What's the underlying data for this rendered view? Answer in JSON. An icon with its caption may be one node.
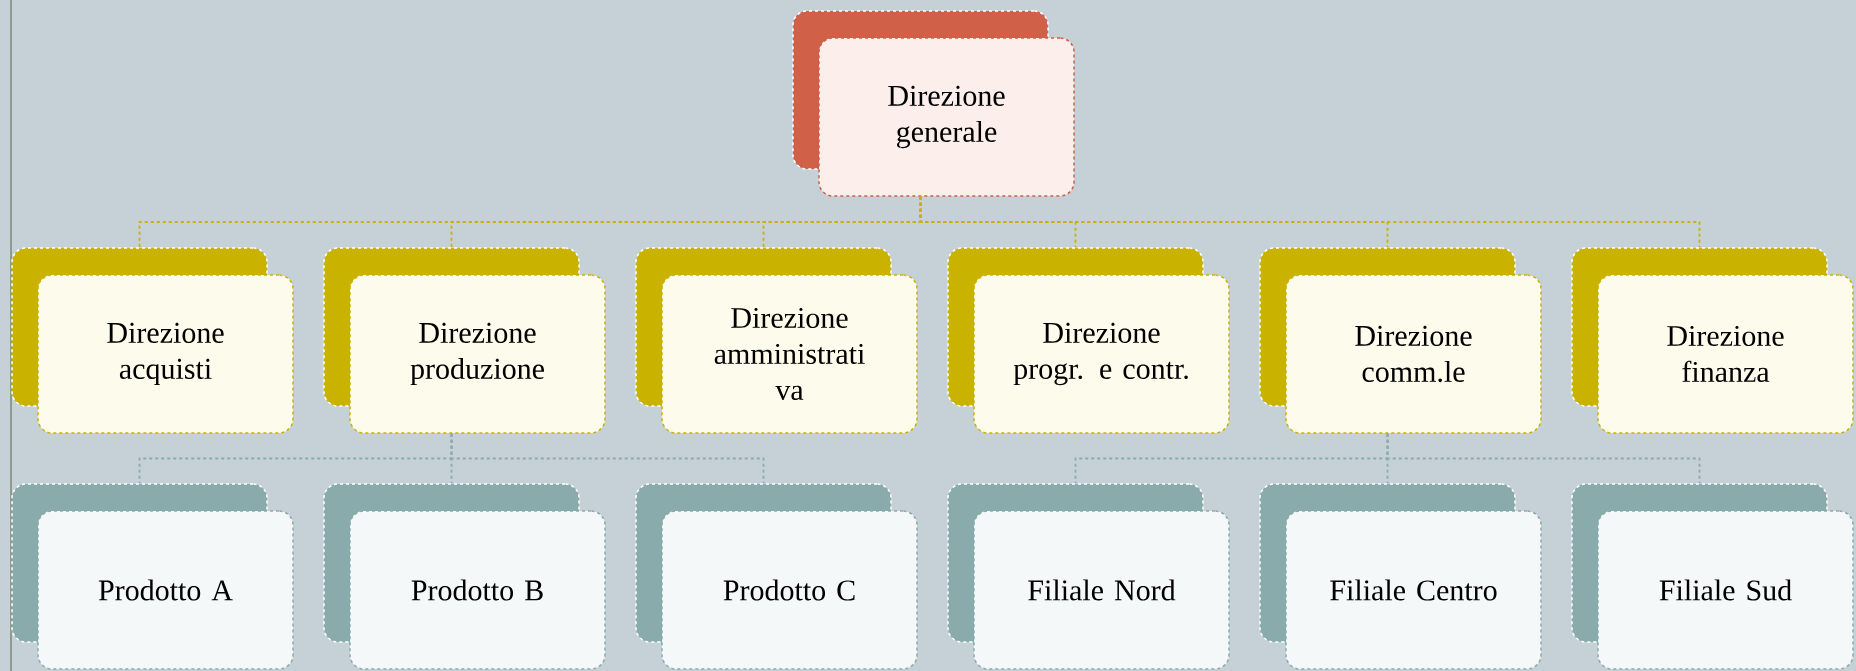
{
  "diagram": {
    "nodes": [
      {
        "text": [
          "Direzione generale"
        ]
      },
      {
        "text": [
          "Direzione acquisti"
        ]
      },
      {
        "text": [
          "Direzione produzione"
        ]
      },
      {
        "text": [
          "Direzione amministrati va"
        ]
      },
      {
        "text": [
          "Direzione progr. e contr."
        ]
      },
      {
        "text": [
          "Direzione comm.le"
        ]
      },
      {
        "text": [
          "Direzione finanza"
        ]
      },
      {
        "text": [
          "Prodotto A"
        ]
      },
      {
        "text": [
          "Prodotto B"
        ]
      },
      {
        "text": [
          "Prodotto C"
        ]
      },
      {
        "text": [
          "Filiale Nord"
        ]
      },
      {
        "text": [
          "Filiale Centro"
        ]
      },
      {
        "text": [
          "Filiale Sud"
        ]
      }
    ],
    "edges": [
      {
        "from": 0,
        "to": 1,
        "arrow": "none",
        "style": "dashed",
        "color": "#c9b300"
      },
      {
        "from": 0,
        "to": 2,
        "arrow": "none",
        "style": "dashed",
        "color": "#c9b300"
      },
      {
        "from": 0,
        "to": 3,
        "arrow": "none",
        "style": "dashed",
        "color": "#c9b300"
      },
      {
        "from": 0,
        "to": 4,
        "arrow": "none",
        "style": "dashed",
        "color": "#c9b300"
      },
      {
        "from": 0,
        "to": 5,
        "arrow": "none",
        "style": "dashed",
        "color": "#c9b300"
      },
      {
        "from": 0,
        "to": 6,
        "arrow": "none",
        "style": "dashed",
        "color": "#c9b300"
      },
      {
        "from": 2,
        "to": 7,
        "arrow": "none",
        "style": "dashed",
        "color": "#8aabab"
      },
      {
        "from": 2,
        "to": 8,
        "arrow": "none",
        "style": "dashed",
        "color": "#8aabab"
      },
      {
        "from": 2,
        "to": 9,
        "arrow": "none",
        "style": "dashed",
        "color": "#8aabab"
      },
      {
        "from": 5,
        "to": 10,
        "arrow": "none",
        "style": "dashed",
        "color": "#8aabab"
      },
      {
        "from": 5,
        "to": 11,
        "arrow": "none",
        "style": "dashed",
        "color": "#8aabab"
      },
      {
        "from": 5,
        "to": 12,
        "arrow": "none",
        "style": "dashed",
        "color": "#8aabab"
      }
    ]
  }
}
